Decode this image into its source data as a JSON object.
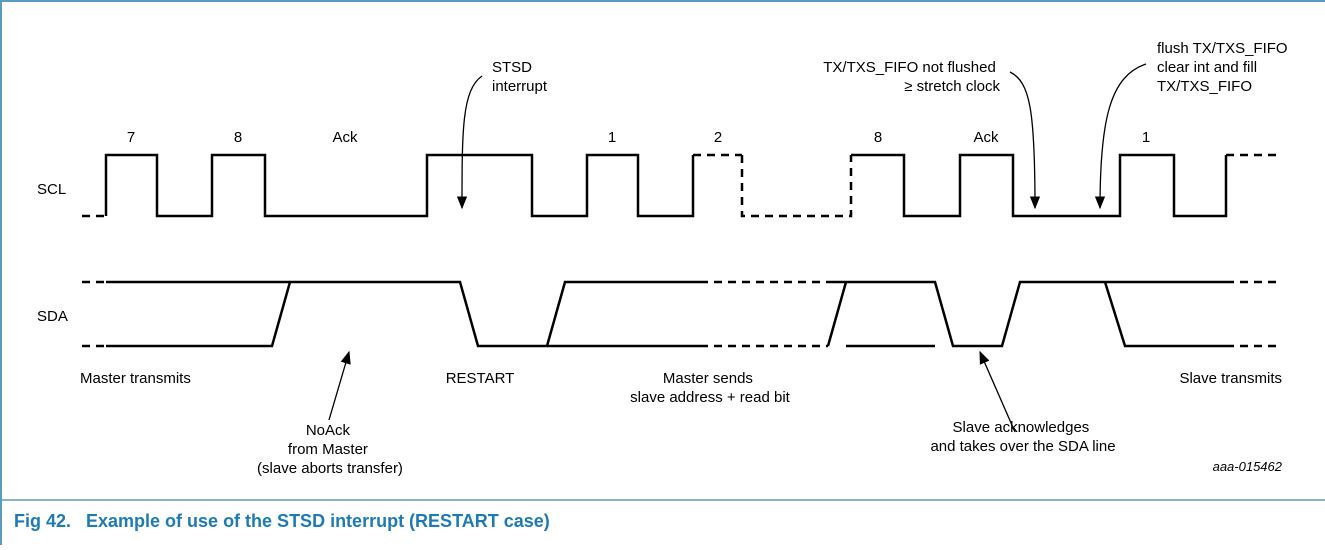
{
  "colors": {
    "frame": "#5b9bbf",
    "caption": "#1f7ab8",
    "signal": "#000000"
  },
  "signals": {
    "scl": "SCL",
    "sda": "SDA"
  },
  "bit_labels": {
    "b7": "7",
    "b8a": "8",
    "acka": "Ack",
    "b1a": "1",
    "b2": "2",
    "b8b": "8",
    "ackb": "Ack",
    "b1b": "1"
  },
  "annotations": {
    "stsd_line1": "STSD",
    "stsd_line2": "interrupt",
    "txfifo_line1": "TX/TXS_FIFO not flushed",
    "txfifo_line2": "≥ stretch clock",
    "flush_line1": "flush TX/TXS_FIFO",
    "flush_line2": "clear int and fill",
    "flush_line3": "TX/TXS_FIFO",
    "master_transmits": "Master transmits",
    "noack_line1": "NoAck",
    "noack_line2": "from Master",
    "noack_line3": "(slave aborts transfer)",
    "restart": "RESTART",
    "master_sends_line1": "Master sends",
    "master_sends_line2": "slave address + read bit",
    "slave_ack_line1": "Slave acknowledges",
    "slave_ack_line2": "and takes over the SDA line",
    "slave_transmits": "Slave transmits"
  },
  "figure_id": "aaa-015462",
  "caption": "Fig 42.   Example of use of the STSD interrupt (RESTART case)"
}
